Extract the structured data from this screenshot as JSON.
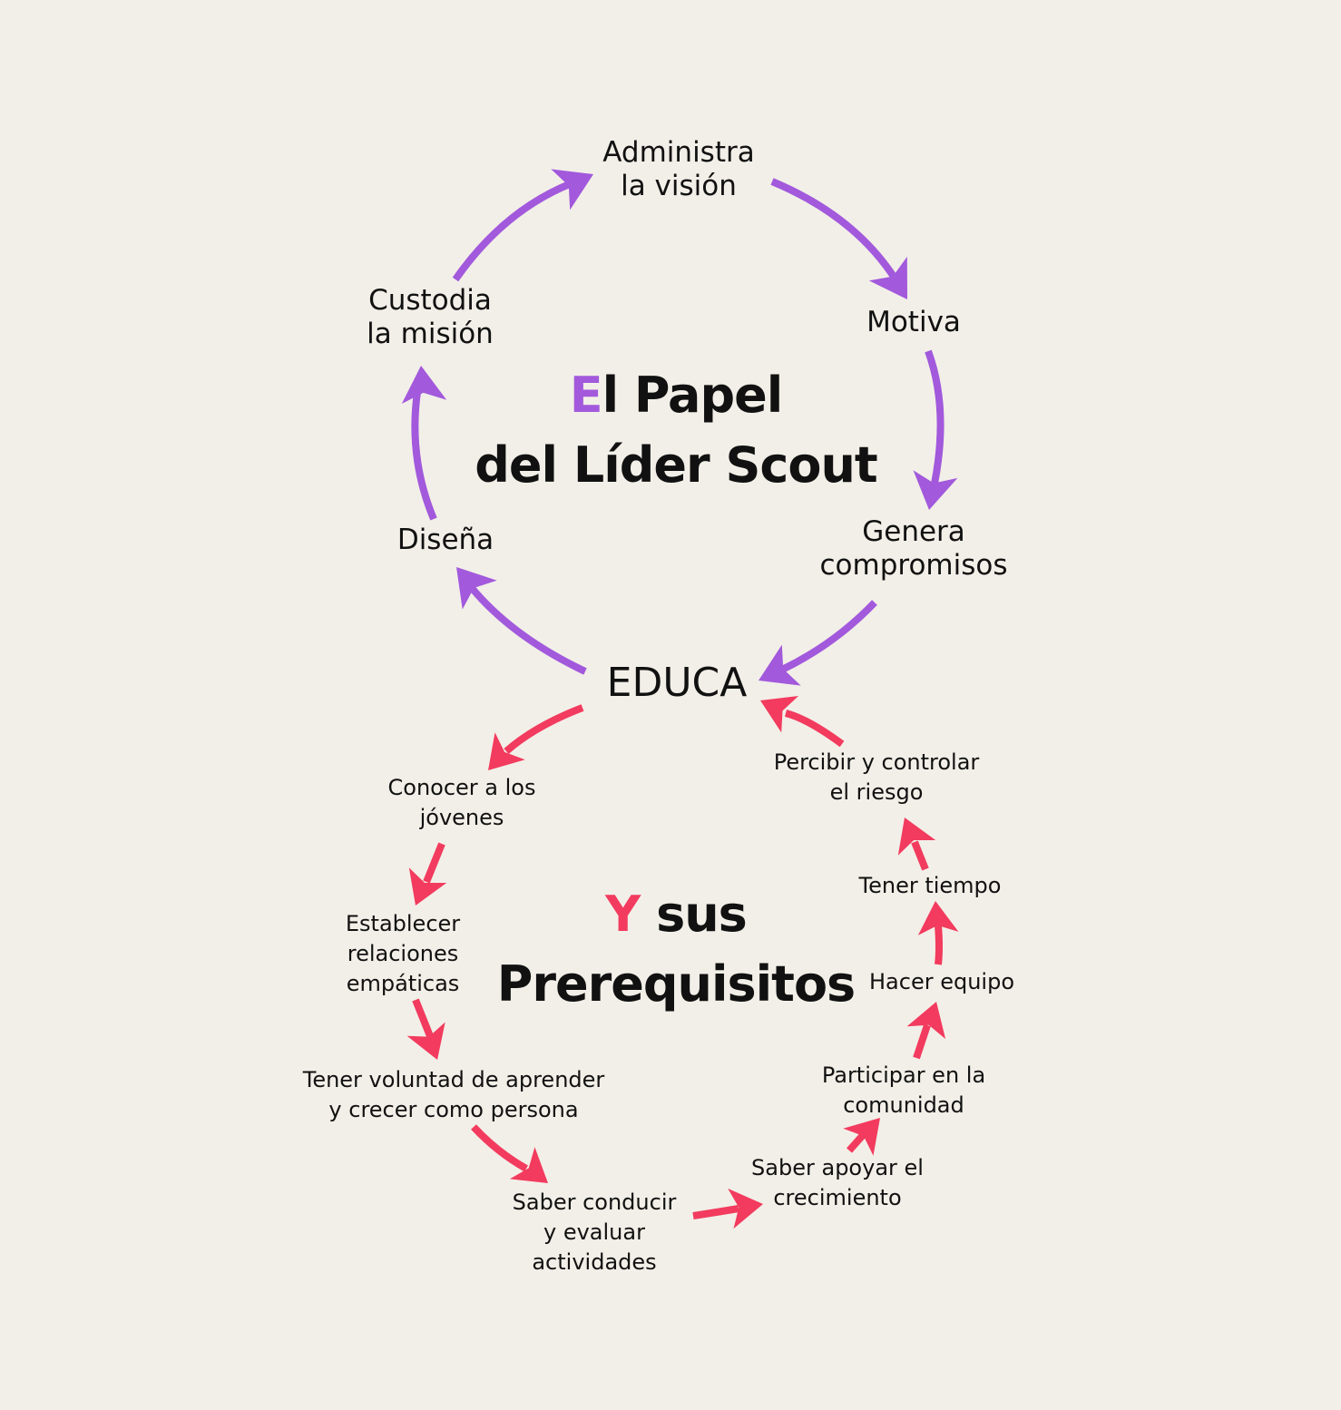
{
  "colors": {
    "background": "#f2efe8",
    "purple": "#a259dc",
    "red": "#f23b5e",
    "text": "#111111"
  },
  "top_cycle": {
    "title_accent": "E",
    "title_rest_line1": "l Papel",
    "title_line2": "del Líder Scout",
    "nodes": {
      "administra": [
        "Administra",
        "la visión"
      ],
      "motiva": [
        "Motiva"
      ],
      "genera": [
        "Genera",
        "compromisos"
      ],
      "educa": "EDUCA",
      "disena": [
        "Diseña"
      ],
      "custodia": [
        "Custodia",
        "la misión"
      ]
    }
  },
  "bottom_cycle": {
    "title_accent": "Y",
    "title_rest_line1": " sus",
    "title_line2": "Prerequisitos",
    "nodes": {
      "conocer": [
        "Conocer a los",
        "jóvenes"
      ],
      "establecer": [
        "Establecer",
        "relaciones",
        "empáticas"
      ],
      "tener_voluntad": [
        "Tener voluntad de aprender",
        "y crecer como persona"
      ],
      "saber_conducir": [
        "Saber conducir",
        "y evaluar",
        "actividades"
      ],
      "saber_apoyar": [
        "Saber apoyar el",
        "crecimiento"
      ],
      "participar": [
        "Participar en la",
        "comunidad"
      ],
      "hacer_equipo": [
        "Hacer equipo"
      ],
      "tener_tiempo": [
        "Tener tiempo"
      ],
      "percibir": [
        "Percibir y controlar",
        "el riesgo"
      ]
    }
  }
}
